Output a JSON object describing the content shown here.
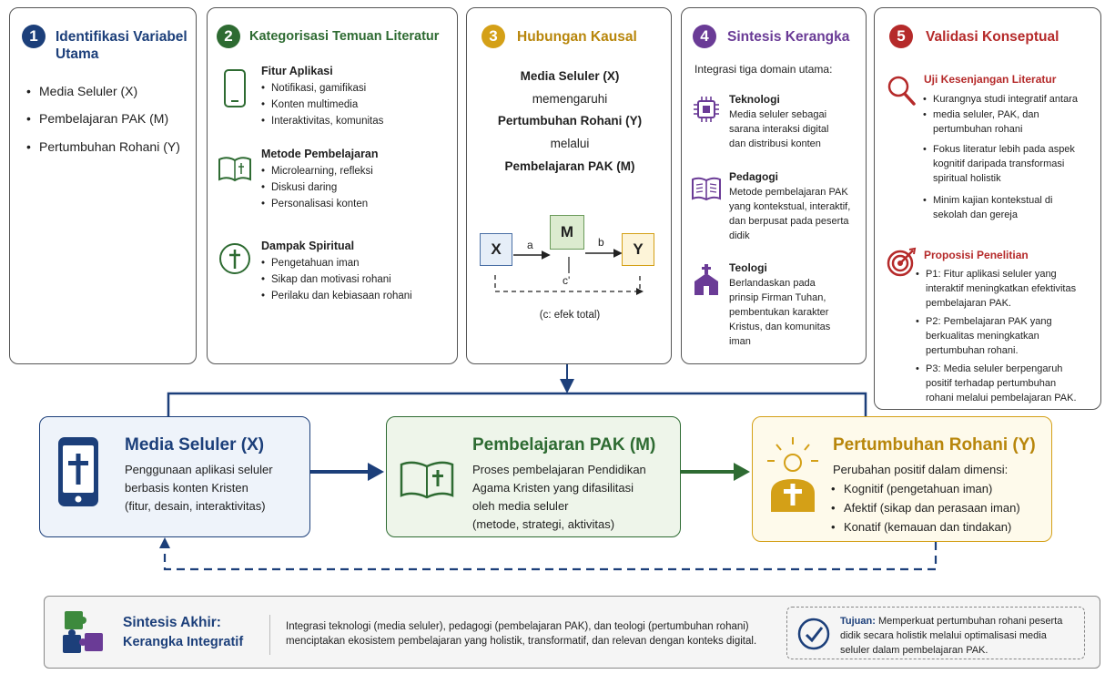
{
  "colors": {
    "navy": "#1c3f7a",
    "green": "#2e6b32",
    "gold": "#d4a017",
    "purple": "#6a3b96",
    "red": "#b52a2a"
  },
  "card1": {
    "num": "1",
    "title": "Identifikasi Variabel Utama",
    "items": [
      "Media Seluler (X)",
      "Pembelajaran PAK (M)",
      "Pertumbuhan Rohani (Y)"
    ]
  },
  "card2": {
    "num": "2",
    "title": "Kategorisasi Temuan Literatur",
    "groups": [
      {
        "title": "Fitur Aplikasi",
        "icon": "smartphone-icon",
        "items": [
          "Notifikasi, gamifikasi",
          "Konten multimedia",
          "Interaktivitas, komunitas"
        ]
      },
      {
        "title": "Metode Pembelajaran",
        "icon": "open-bible-icon",
        "items": [
          "Microlearning, refleksi",
          "Diskusi daring",
          "Personalisasi konten"
        ]
      },
      {
        "title": "Dampak Spiritual",
        "icon": "cross-circle-icon",
        "items": [
          "Pengetahuan iman",
          "Sikap dan motivasi rohani",
          "Perilaku dan kebiasaan rohani"
        ]
      }
    ]
  },
  "card3": {
    "num": "3",
    "title": "Hubungan Kausal",
    "lines": [
      "Media Seluler (X)",
      "memengaruhi",
      "Pertumbuhan Rohani (Y)",
      "melalui",
      "Pembelajaran PAK (M)"
    ],
    "diagram": {
      "x": "X",
      "m": "M",
      "y": "Y",
      "a": "a",
      "b": "b",
      "c": "c'",
      "caption": "(c: efek total)"
    }
  },
  "card4": {
    "num": "4",
    "title": "Sintesis Kerangka",
    "intro": "Integrasi tiga domain utama:",
    "domains": [
      {
        "title": "Teknologi",
        "icon": "chip-icon",
        "lines": [
          "Media seluler sebagai",
          "sarana interaksi digital",
          "dan distribusi konten"
        ]
      },
      {
        "title": "Pedagogi",
        "icon": "book-icon",
        "lines": [
          "Metode pembelajaran PAK",
          "yang kontekstual, interaktif,",
          "dan berpusat pada peserta",
          "didik"
        ]
      },
      {
        "title": "Teologi",
        "icon": "church-icon",
        "lines": [
          "Berlandaskan pada",
          "prinsip Firman Tuhan,",
          "pembentukan karakter",
          "Kristus, dan komunitas",
          "iman"
        ]
      }
    ]
  },
  "card5": {
    "num": "5",
    "title": "Validasi Konseptual",
    "gap": {
      "title": "Uji Kesenjangan Literatur",
      "items": [
        [
          "Kurangnya studi integratif antara",
          "media seluler, PAK, dan",
          "pertumbuhan rohani"
        ],
        [
          "Fokus literatur lebih pada aspek",
          "kognitif daripada transformasi",
          "spiritual holistik"
        ],
        [
          "Minim kajian kontekstual di",
          "sekolah dan gereja"
        ]
      ]
    },
    "prop": {
      "title": "Proposisi Penelitian",
      "items": [
        [
          "P1: Fitur aplikasi seluler yang",
          "interaktif meningkatkan efektivitas",
          "pembelajaran PAK."
        ],
        [
          "P2: Pembelajaran PAK yang",
          "berkualitas meningkatkan",
          "pertumbuhan rohani."
        ],
        [
          "P3: Media seluler berpengaruh",
          "positif terhadap pertumbuhan",
          "rohani melalui pembelajaran PAK."
        ]
      ]
    }
  },
  "boxX": {
    "title": "Media Seluler (X)",
    "lines": [
      "Penggunaan aplikasi seluler",
      "berbasis konten Kristen",
      "(fitur, desain, interaktivitas)"
    ]
  },
  "boxM": {
    "title": "Pembelajaran PAK (M)",
    "lines": [
      "Proses pembelajaran Pendidikan",
      "Agama Kristen yang difasilitasi",
      "oleh media seluler",
      "(metode, strategi, aktivitas)"
    ]
  },
  "boxY": {
    "title": "Pertumbuhan Rohani (Y)",
    "intro": "Perubahan positif dalam dimensi:",
    "items": [
      "Kognitif (pengetahuan iman)",
      "Afektif (sikap dan perasaan iman)",
      "Konatif (kemauan dan tindakan)"
    ]
  },
  "footer": {
    "title1": "Sintesis Akhir:",
    "title2": "Kerangka Integratif",
    "lines": [
      "Integrasi teknologi (media seluler), pedagogi (pembelajaran PAK), dan teologi (pertumbuhan rohani)",
      "menciptakan ekosistem pembelajaran yang holistik, transformatif, dan relevan dengan konteks digital."
    ],
    "goal_label": "Tujuan:",
    "goal_lines": [
      " Memperkuat pertumbuhan rohani peserta",
      "didik secara holistik melalui optimalisasi media",
      "seluler dalam pembelajaran PAK."
    ]
  }
}
